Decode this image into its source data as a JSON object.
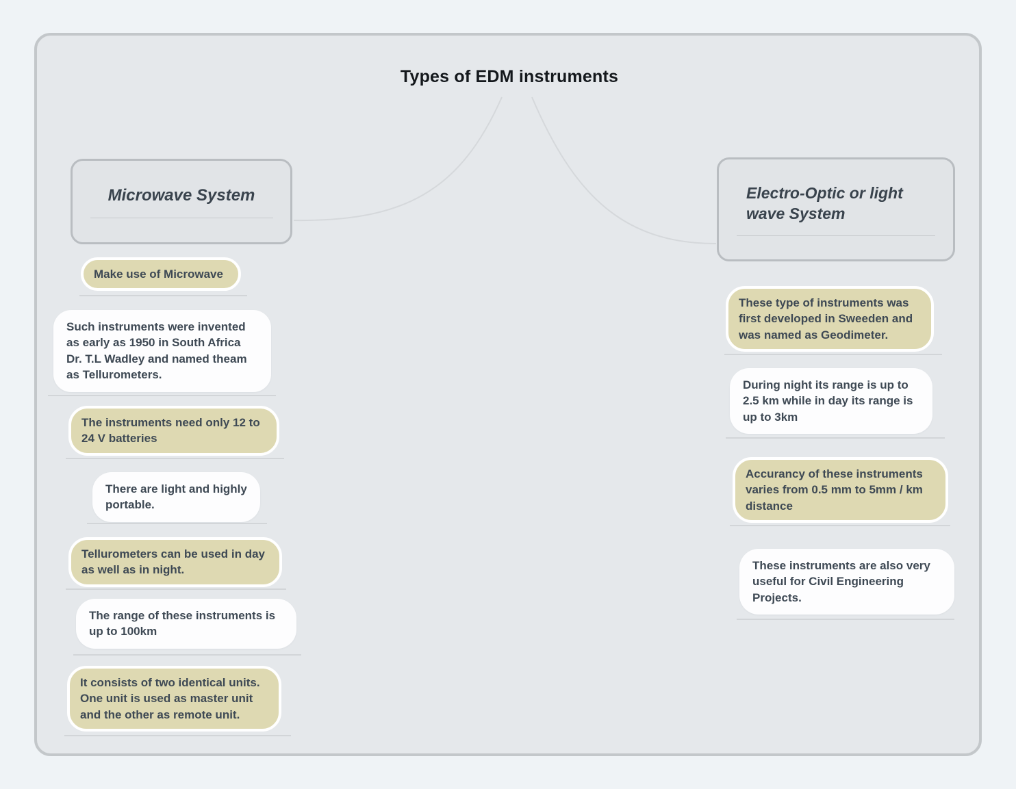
{
  "title": "Types of EDM instruments",
  "colors": {
    "page_bg": "#eff3f6",
    "canvas_bg": "#e5e8eb",
    "canvas_border": "#c3c7ca",
    "topic_bg": "#e1e4e7",
    "accent_tan": "#ded9b2",
    "node_white": "#fdfdfe",
    "node_text": "#3e4954",
    "connector": "#d5d8db"
  },
  "branches": [
    {
      "label": "Microwave System",
      "children": [
        "Make use of Microwave",
        "Such instruments were invented as early as 1950 in South Africa Dr. T.L Wadley and named theam as Tellurometers.",
        "The instruments need only 12 to 24 V batteries",
        "There are light and highly portable.",
        "Tellurometers can be used in day as well as in night.",
        "The range of these instruments is up to 100km",
        "It consists of two identical units. One unit is used as master unit and the other as remote unit."
      ]
    },
    {
      "label": "Electro-Optic or light wave System",
      "children": [
        "These type of instruments was first developed in Sweeden and was named as Geodimeter.",
        "During night its range is up to 2.5 km while in day its range is up to 3km",
        "Accurancy of these instruments varies from 0.5 mm to 5mm / km distance",
        "These instruments are also very useful for Civil Engineering Projects."
      ]
    }
  ]
}
